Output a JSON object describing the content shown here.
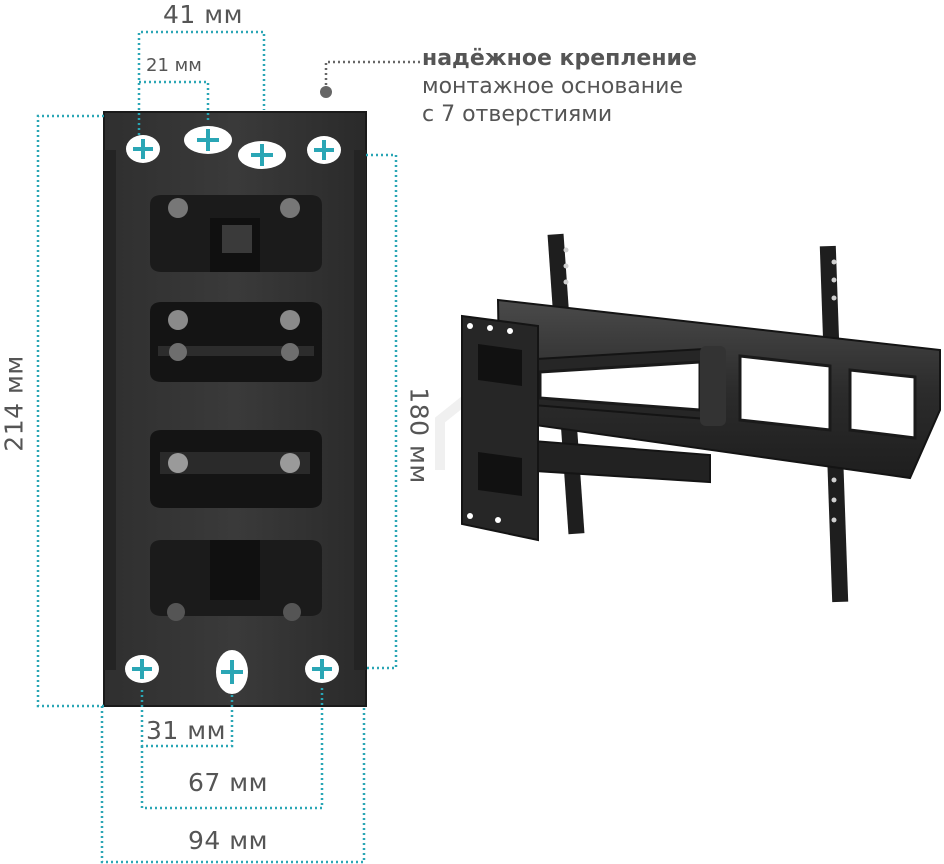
{
  "callout": {
    "title": "надёжное крепление",
    "line1": "монтажное основание",
    "line2": "с 7 отверстиями"
  },
  "dimensions": {
    "top_outer": "41 мм",
    "top_inner": "21 мм",
    "left_height": "214 мм",
    "right_height": "180 мм",
    "bottom_small": "31 мм",
    "bottom_mid": "67 мм",
    "bottom_full": "94 мм"
  },
  "colors": {
    "accent_teal": "#2aa6b5",
    "plate_dark": "#2b2b2b",
    "plate_edge": "#1a1a1a",
    "label_gray": "#555555",
    "dot_gray": "#666666"
  }
}
